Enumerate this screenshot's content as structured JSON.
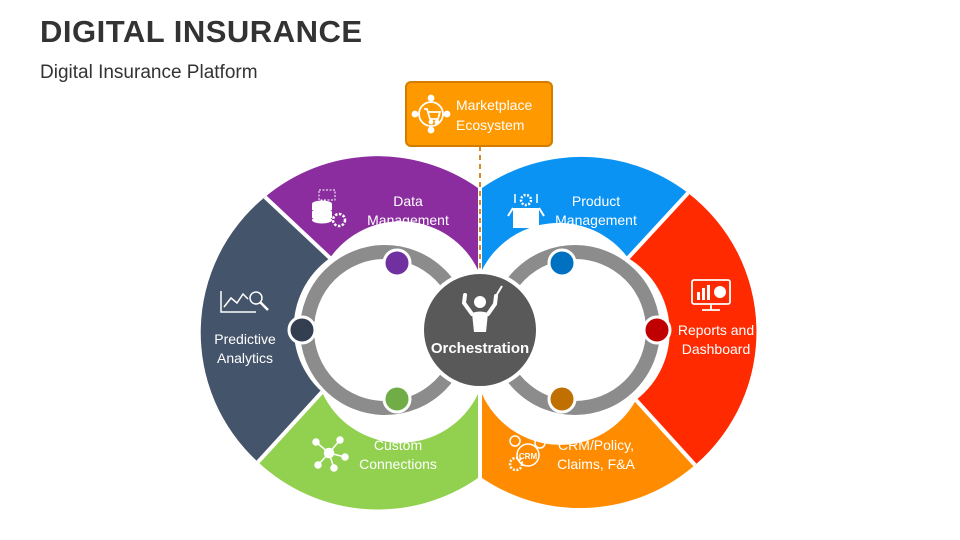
{
  "header": {
    "title": "DIGITAL INSURANCE",
    "subtitle": "Digital Insurance Platform"
  },
  "diagram": {
    "center": {
      "label": "Orchestration",
      "icon": "conductor-icon",
      "color": "#595959"
    },
    "marketplace": {
      "line1": "Marketplace",
      "line2": "Ecosystem",
      "icon": "shopping-cart-network-icon",
      "color": "#FF9900"
    },
    "segments": [
      {
        "id": "data-management",
        "line1": "Data",
        "line2": "Management",
        "color": "#8B2C9F",
        "icon": "database-gear-icon"
      },
      {
        "id": "predictive-analytics",
        "line1": "Predictive",
        "line2": "Analytics",
        "color": "#44546A",
        "icon": "chart-magnifier-icon"
      },
      {
        "id": "custom-connections",
        "line1": "Custom",
        "line2": "Connections",
        "color": "#92D050",
        "icon": "network-nodes-icon"
      },
      {
        "id": "product-management",
        "line1": "Product",
        "line2": "Management",
        "color": "#0B93F4",
        "icon": "box-gear-icon"
      },
      {
        "id": "reports-dashboard",
        "line1": "Reports and",
        "line2": "Dashboard",
        "color": "#FF2A00",
        "icon": "monitor-chart-icon"
      },
      {
        "id": "crm-policy",
        "line1": "CRM/Policy,",
        "line2": "Claims, F&A",
        "color": "#FF8C00",
        "icon": "crm-gear-icon"
      }
    ],
    "ring_color": "#8C8C8C",
    "connector_dots": [
      {
        "id": "dot-data",
        "color": "#7030A0"
      },
      {
        "id": "dot-predictive",
        "color": "#333F50"
      },
      {
        "id": "dot-custom",
        "color": "#70AD47"
      },
      {
        "id": "dot-product",
        "color": "#0070C0"
      },
      {
        "id": "dot-reports",
        "color": "#C00000"
      },
      {
        "id": "dot-crm",
        "color": "#C07000"
      }
    ]
  }
}
